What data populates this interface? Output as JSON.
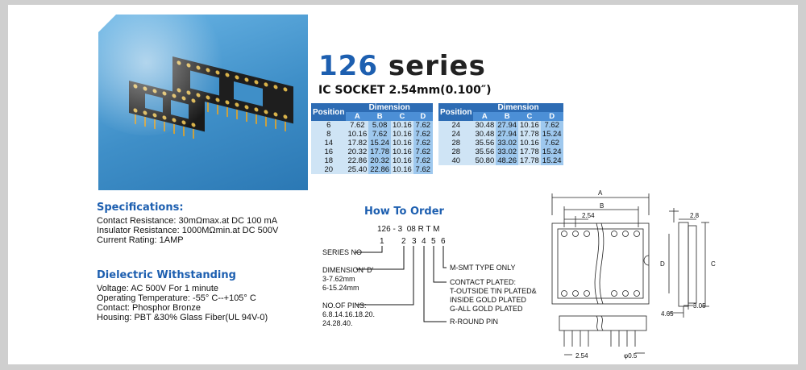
{
  "title": {
    "number": "126",
    "word": "series"
  },
  "subtitle": "IC SOCKET 2.54mm(0.100″)",
  "table": {
    "position_header": "Position",
    "dimension_header": "Dimension",
    "columns": [
      "A",
      "B",
      "C",
      "D"
    ],
    "left": [
      [
        "6",
        "7.62",
        "5.08",
        "10.16",
        "7.62"
      ],
      [
        "8",
        "10.16",
        "7.62",
        "10.16",
        "7.62"
      ],
      [
        "14",
        "17.82",
        "15.24",
        "10.16",
        "7.62"
      ],
      [
        "16",
        "20.32",
        "17.78",
        "10.16",
        "7.62"
      ],
      [
        "18",
        "22.86",
        "20.32",
        "10.16",
        "7.62"
      ],
      [
        "20",
        "25.40",
        "22.86",
        "10.16",
        "7.62"
      ]
    ],
    "right": [
      [
        "24",
        "30.48",
        "27.94",
        "10.16",
        "7.62"
      ],
      [
        "24",
        "30.48",
        "27.94",
        "17.78",
        "15.24"
      ],
      [
        "28",
        "35.56",
        "33.02",
        "10.16",
        "7.62"
      ],
      [
        "28",
        "35.56",
        "33.02",
        "17.78",
        "15.24"
      ],
      [
        "40",
        "50.80",
        "48.26",
        "17.78",
        "15.24"
      ]
    ]
  },
  "specifications": {
    "heading": "Specifications:",
    "lines": [
      "Contact Resistance: 30mΩmax.at DC 100 mA",
      "Insulator Resistance: 1000MΩmin.at DC 500V",
      "Current Rating: 1AMP"
    ]
  },
  "dielectric": {
    "heading": "Dielectric Withstanding",
    "lines": [
      "Voltage: AC 500V For 1 minute",
      "Operating Temperature: -55° C--+105° C",
      "Contact: Phosphor Bronze",
      "Housing: PBT &30% Glass Fiber(UL 94V-0)"
    ]
  },
  "how_to_order": {
    "heading": "How To Order",
    "code": "126 - 3  08 R T M",
    "digits": [
      "1",
      "2",
      "3",
      "4",
      "5",
      "6"
    ],
    "series_no": "SERIES NO",
    "dimension": [
      "DIMENSION’ D’",
      "3-7.62mm",
      "6-15.24mm"
    ],
    "no_of_pins": [
      "NO.OF PINS:",
      "6.8.14.16.18.20.",
      "24.28.40."
    ],
    "m_smt": "M-SMT TYPE ONLY",
    "contact_plated": [
      "CONTACT PLATED:",
      "T-OUTSIDE TIN PLATED&",
      "INSIDE GOLD PLATED",
      "G-ALL GOLD PLATED"
    ],
    "r_round": "R-ROUND PIN"
  },
  "drawing": {
    "A": "A",
    "B": "B",
    "C": "C",
    "D": "D",
    "pitch_top": "2.54",
    "pitch_bottom": "2.54",
    "w_28": "2.8",
    "h_305": "3.05",
    "w_465": "4.65",
    "pin_dia": "φ0.5"
  },
  "colors": {
    "accent": "#1d5fb0",
    "table_header": "#2d6cb4",
    "table_cell": "#cfe4f5"
  }
}
